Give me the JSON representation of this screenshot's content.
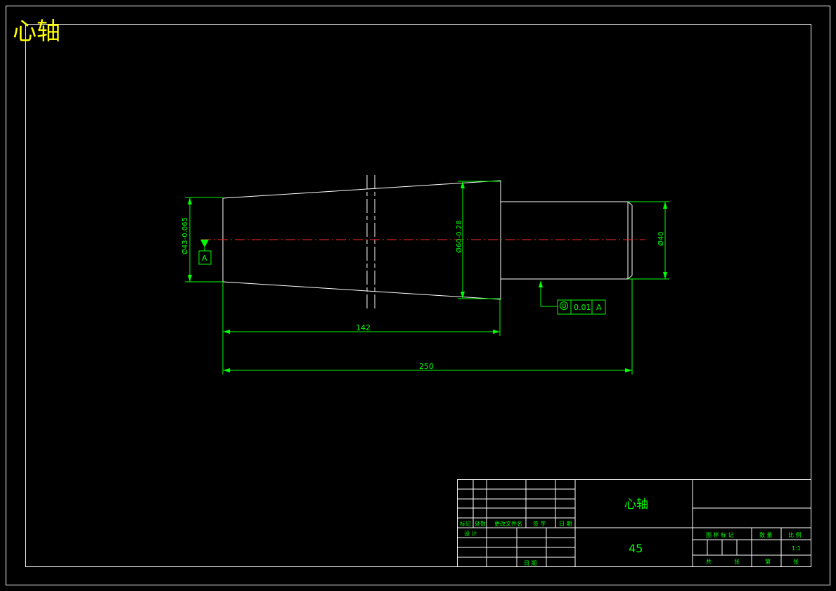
{
  "drawing": {
    "corner_title": "心轴",
    "dimensions": {
      "left_diameter": "Ø43-0.065",
      "mid_diameter": "Ø60-0.28",
      "right_diameter": "Ø40",
      "length_142": "142",
      "length_250": "250"
    },
    "datum": "A",
    "tolerance": {
      "value": "0.01",
      "datum": "A"
    }
  },
  "title_block": {
    "part_name": "心轴",
    "material": "45",
    "scale": "1:1",
    "headers": {
      "mark": "标记",
      "count": "处数",
      "change_doc": "更改文件名",
      "sign": "签 字",
      "date": "日 期",
      "design": "设 计",
      "review_date": "日 期",
      "drawing_mark": "图 样 标 记",
      "weight": "数 量",
      "scale_label": "比 例",
      "total": "共",
      "sheets": "张",
      "page": "第",
      "sheet": "张"
    }
  },
  "colors": {
    "outline": "#ffffff",
    "dimension": "#00ff00",
    "centerline": "#ff2a2a",
    "corner_title": "#ffff00"
  }
}
